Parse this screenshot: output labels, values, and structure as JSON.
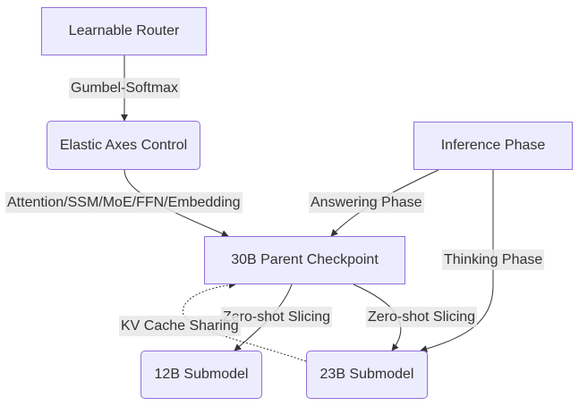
{
  "colors": {
    "node_fill": "#ececff",
    "node_border": "#9370db",
    "edge": "#333333",
    "label_bg": "#e8e8e8",
    "text": "#333333"
  },
  "nodes": {
    "learnable_router": "Learnable Router",
    "elastic_axes": "Elastic Axes Control",
    "inference_phase": "Inference Phase",
    "parent_checkpoint": "30B Parent Checkpoint",
    "submodel_12b": "12B Submodel",
    "submodel_23b": "23B Submodel"
  },
  "edges": {
    "gumbel_softmax": "Gumbel-Softmax",
    "axes": "Attention/SSM/MoE/FFN/Embedding",
    "answering": "Answering Phase",
    "thinking": "Thinking Phase",
    "slicing_12b": "Zero-shot Slicing",
    "slicing_23b": "Zero-shot Slicing",
    "kv_cache": "KV Cache Sharing"
  }
}
